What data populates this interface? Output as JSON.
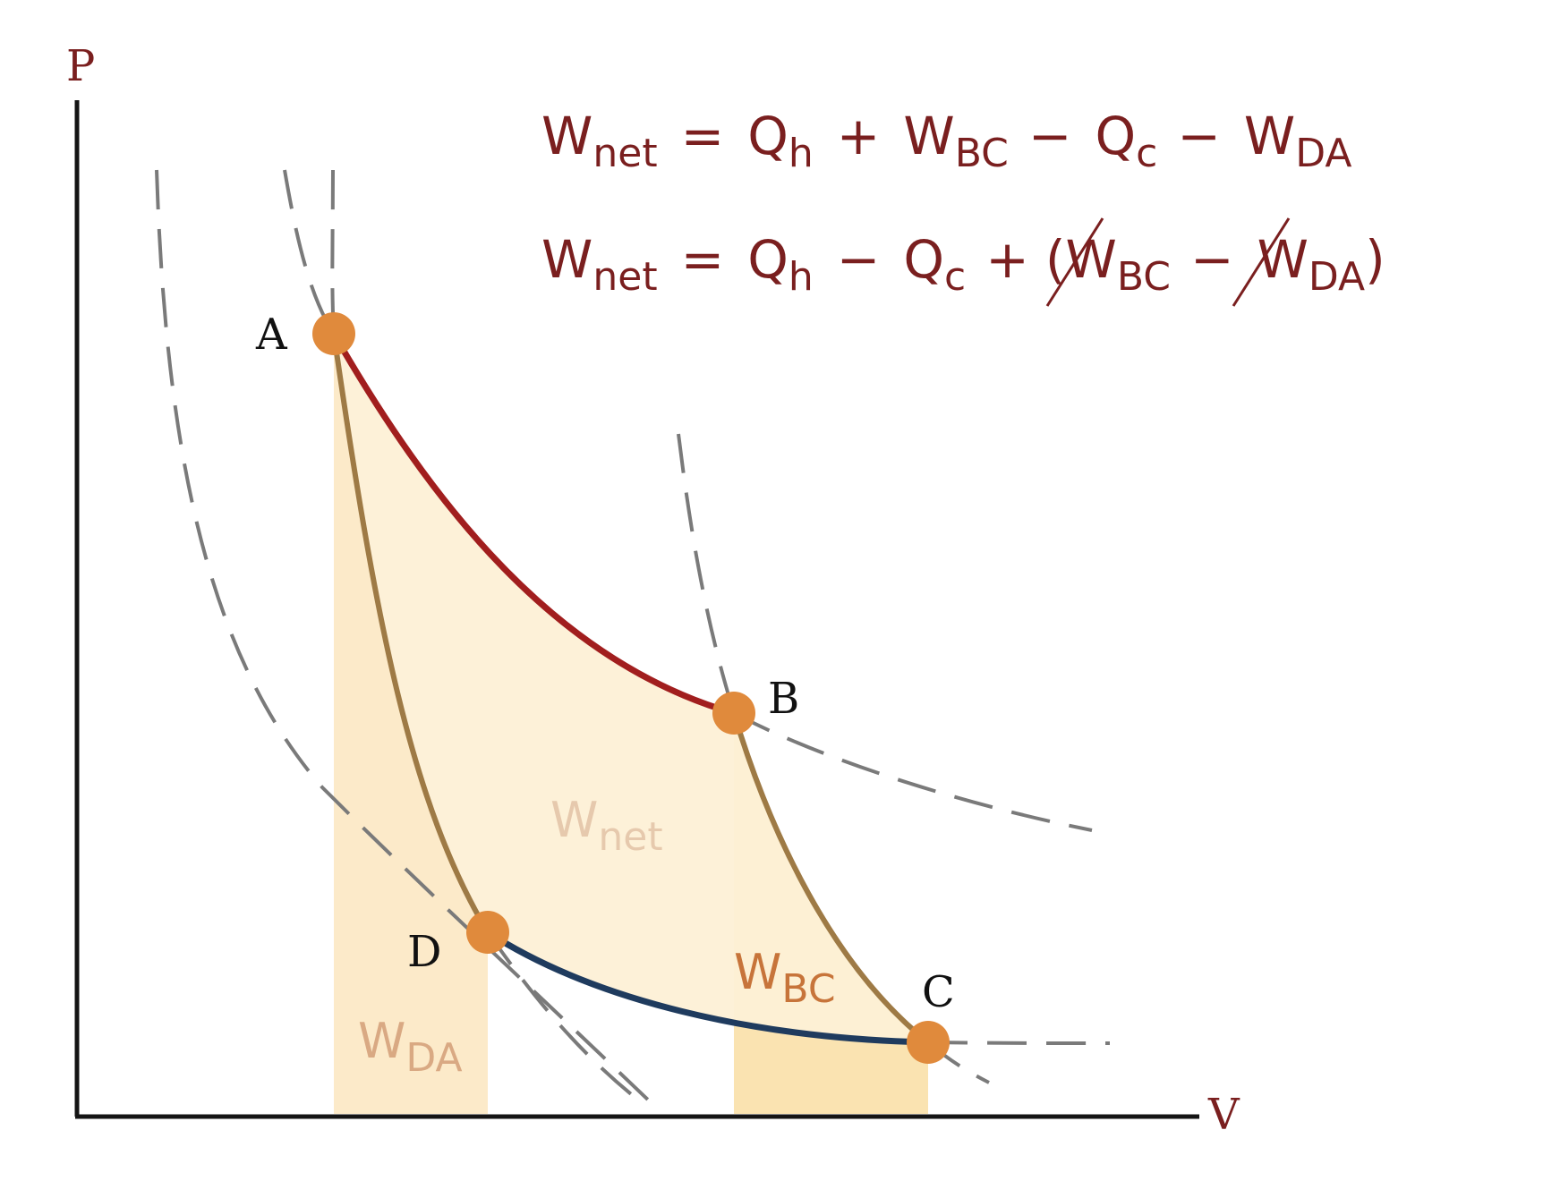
{
  "axes": {
    "y_label": "P",
    "x_label": "V"
  },
  "points": [
    {
      "id": "A",
      "label": "A"
    },
    {
      "id": "B",
      "label": "B"
    },
    {
      "id": "C",
      "label": "C"
    },
    {
      "id": "D",
      "label": "D"
    }
  ],
  "equations": [
    {
      "parts": [
        "W",
        "net",
        "=",
        "Q",
        "h",
        "+",
        "W",
        "BC",
        "−",
        "Q",
        "c",
        "−",
        "W",
        "DA"
      ]
    },
    {
      "parts": [
        "W",
        "net",
        "=",
        "Q",
        "h",
        "−",
        "Q",
        "c",
        "+",
        "(",
        "W",
        "BC",
        "−",
        "W",
        "DA",
        ")"
      ]
    }
  ],
  "area_labels": {
    "net": {
      "main": "W",
      "sub": "net"
    },
    "bc": {
      "main": "W",
      "sub": "BC"
    },
    "da": {
      "main": "W",
      "sub": "DA"
    }
  },
  "colors": {
    "hot_isotherm": "#a11e1e",
    "cold_isotherm": "#1f3b5e",
    "adiabat": "#9e7a45",
    "state_point": "#e08a3c",
    "net_area": "#fdf0d6",
    "work_area": "#fae2ad",
    "text": "#7a1f1f"
  }
}
